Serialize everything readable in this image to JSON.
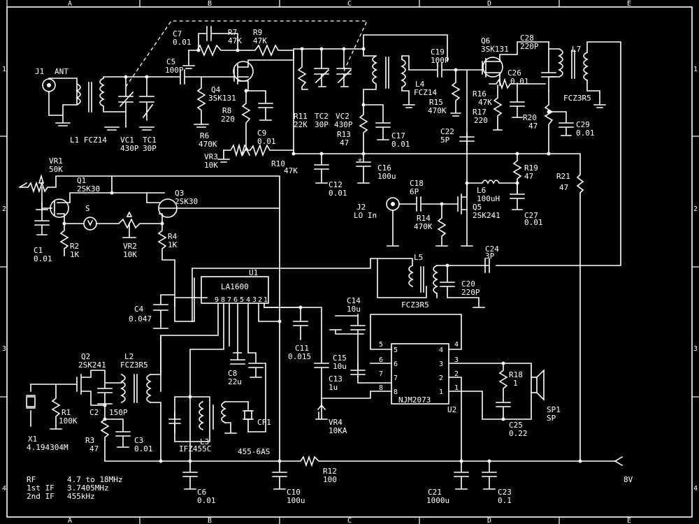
{
  "grid": {
    "columns": [
      "A",
      "B",
      "C",
      "D",
      "E"
    ],
    "rows": [
      "1",
      "2",
      "3",
      "4"
    ]
  },
  "components": {
    "J1": [
      "J1",
      "ANT"
    ],
    "L1": [
      "L1 FCZ14"
    ],
    "VC1": [
      "VC1",
      "430P"
    ],
    "TC1": [
      "TC1",
      "30P"
    ],
    "C7": [
      "C7",
      "0.01"
    ],
    "R7": [
      "R7",
      "47K"
    ],
    "R9": [
      "R9",
      "47K"
    ],
    "C5": [
      "C5",
      "100P"
    ],
    "Q4": [
      "Q4",
      "3SK131"
    ],
    "R8": [
      "R8",
      "220"
    ],
    "R6": [
      "R6",
      "470K"
    ],
    "C9": [
      "C9",
      "0.01"
    ],
    "VR3": [
      "VR3",
      "10K"
    ],
    "R10": [
      "R10",
      "47K"
    ],
    "R11": [
      "R11",
      "22K"
    ],
    "TC2": [
      "TC2",
      "30P"
    ],
    "VC2": [
      "VC2",
      "430P"
    ],
    "R13": [
      "R13",
      "47"
    ],
    "C17": [
      "C17",
      "0.01"
    ],
    "L4": [
      "L4",
      "FCZ14"
    ],
    "C19": [
      "C19",
      "100P"
    ],
    "R15": [
      "R15",
      "470K"
    ],
    "Q6": [
      "Q6",
      "3SK131"
    ],
    "C26": [
      "C26",
      "0.01"
    ],
    "R16": [
      "R16",
      "47K"
    ],
    "R17": [
      "R17",
      "220"
    ],
    "C22": [
      "C22",
      "5P"
    ],
    "C28": [
      "C28",
      "220P"
    ],
    "L7": [
      "L7",
      "FCZ3R5"
    ],
    "R20": [
      "R20",
      "47"
    ],
    "C29": [
      "C29",
      "0.01"
    ],
    "C16": [
      "C16",
      "100u"
    ],
    "C12": [
      "C12",
      "0.01"
    ],
    "R19": [
      "R19",
      "47"
    ],
    "R21": [
      "R21",
      "47"
    ],
    "L6": [
      "L6",
      "100uH"
    ],
    "C27": [
      "C27",
      "0.01"
    ],
    "C18": [
      "C18",
      "6P"
    ],
    "J2": [
      "J2",
      "LO In"
    ],
    "R14": [
      "R14",
      "470K"
    ],
    "Q5": [
      "Q5",
      "2SK241"
    ],
    "C24": [
      "C24",
      "3P"
    ],
    "L5": [
      "L5",
      "FCZ3R5"
    ],
    "C20": [
      "C20",
      "220P"
    ],
    "VR1": [
      "VR1",
      "50K"
    ],
    "Q1": [
      "Q1",
      "2SK30"
    ],
    "Q3": [
      "Q3",
      "2SK30"
    ],
    "S": [
      "S"
    ],
    "C1": [
      "C1",
      "0.01"
    ],
    "R2": [
      "R2",
      "1K"
    ],
    "VR2": [
      "VR2",
      "10K"
    ],
    "R4": [
      "R4",
      "1K"
    ],
    "U1": [
      "U1",
      "LA1600"
    ],
    "C4": [
      "C4",
      "0.047"
    ],
    "C11": [
      "C11",
      "0.015"
    ],
    "C8": [
      "C8",
      "22u"
    ],
    "C14": [
      "C14",
      "10u"
    ],
    "C15": [
      "C15",
      "10u"
    ],
    "C13": [
      "C13",
      "1u"
    ],
    "U2": [
      "NJM2073",
      "U2"
    ],
    "VR4": [
      "VR4",
      "10KA"
    ],
    "R18": [
      "R18",
      "1"
    ],
    "C25": [
      "C25",
      "0.22"
    ],
    "SP1": [
      "SP1",
      "SP"
    ],
    "Q2": [
      "Q2",
      "2SK241"
    ],
    "L2": [
      "L2",
      "FCZ3R5"
    ],
    "X1": [
      "X1",
      "4.194304M"
    ],
    "R1": [
      "R1",
      "100K"
    ],
    "C2": [
      "C2",
      "150P"
    ],
    "R3": [
      "R3",
      "47"
    ],
    "C3": [
      "C3",
      "0.01"
    ],
    "L3": [
      "L3",
      "IFZ455C"
    ],
    "CF1": [
      "CF1",
      "455-6AS"
    ],
    "C6": [
      "C6",
      "0.01"
    ],
    "C10": [
      "C10",
      "100u"
    ],
    "R12": [
      "R12",
      "100"
    ],
    "C21": [
      "C21",
      "1000u"
    ],
    "C23": [
      "C23",
      "0.1"
    ],
    "VCC": [
      "8V"
    ]
  },
  "u1_pins": [
    "9",
    "8",
    "7",
    "6",
    "5",
    "4",
    "3",
    "2",
    "1"
  ],
  "u2_pins": {
    "left": [
      "5",
      "6",
      "7",
      "8"
    ],
    "right": [
      "4",
      "3",
      "2",
      "1"
    ],
    "outer_left": [
      "5",
      "6",
      "7",
      "8"
    ],
    "outer_right": [
      "4",
      "3",
      "2",
      "1"
    ]
  },
  "notes": {
    "rf": [
      "RF",
      "4.7 to 18MHz"
    ],
    "if1": [
      "1st IF",
      "3.7405MHz"
    ],
    "if2": [
      "2nd IF",
      "455kHz"
    ]
  }
}
